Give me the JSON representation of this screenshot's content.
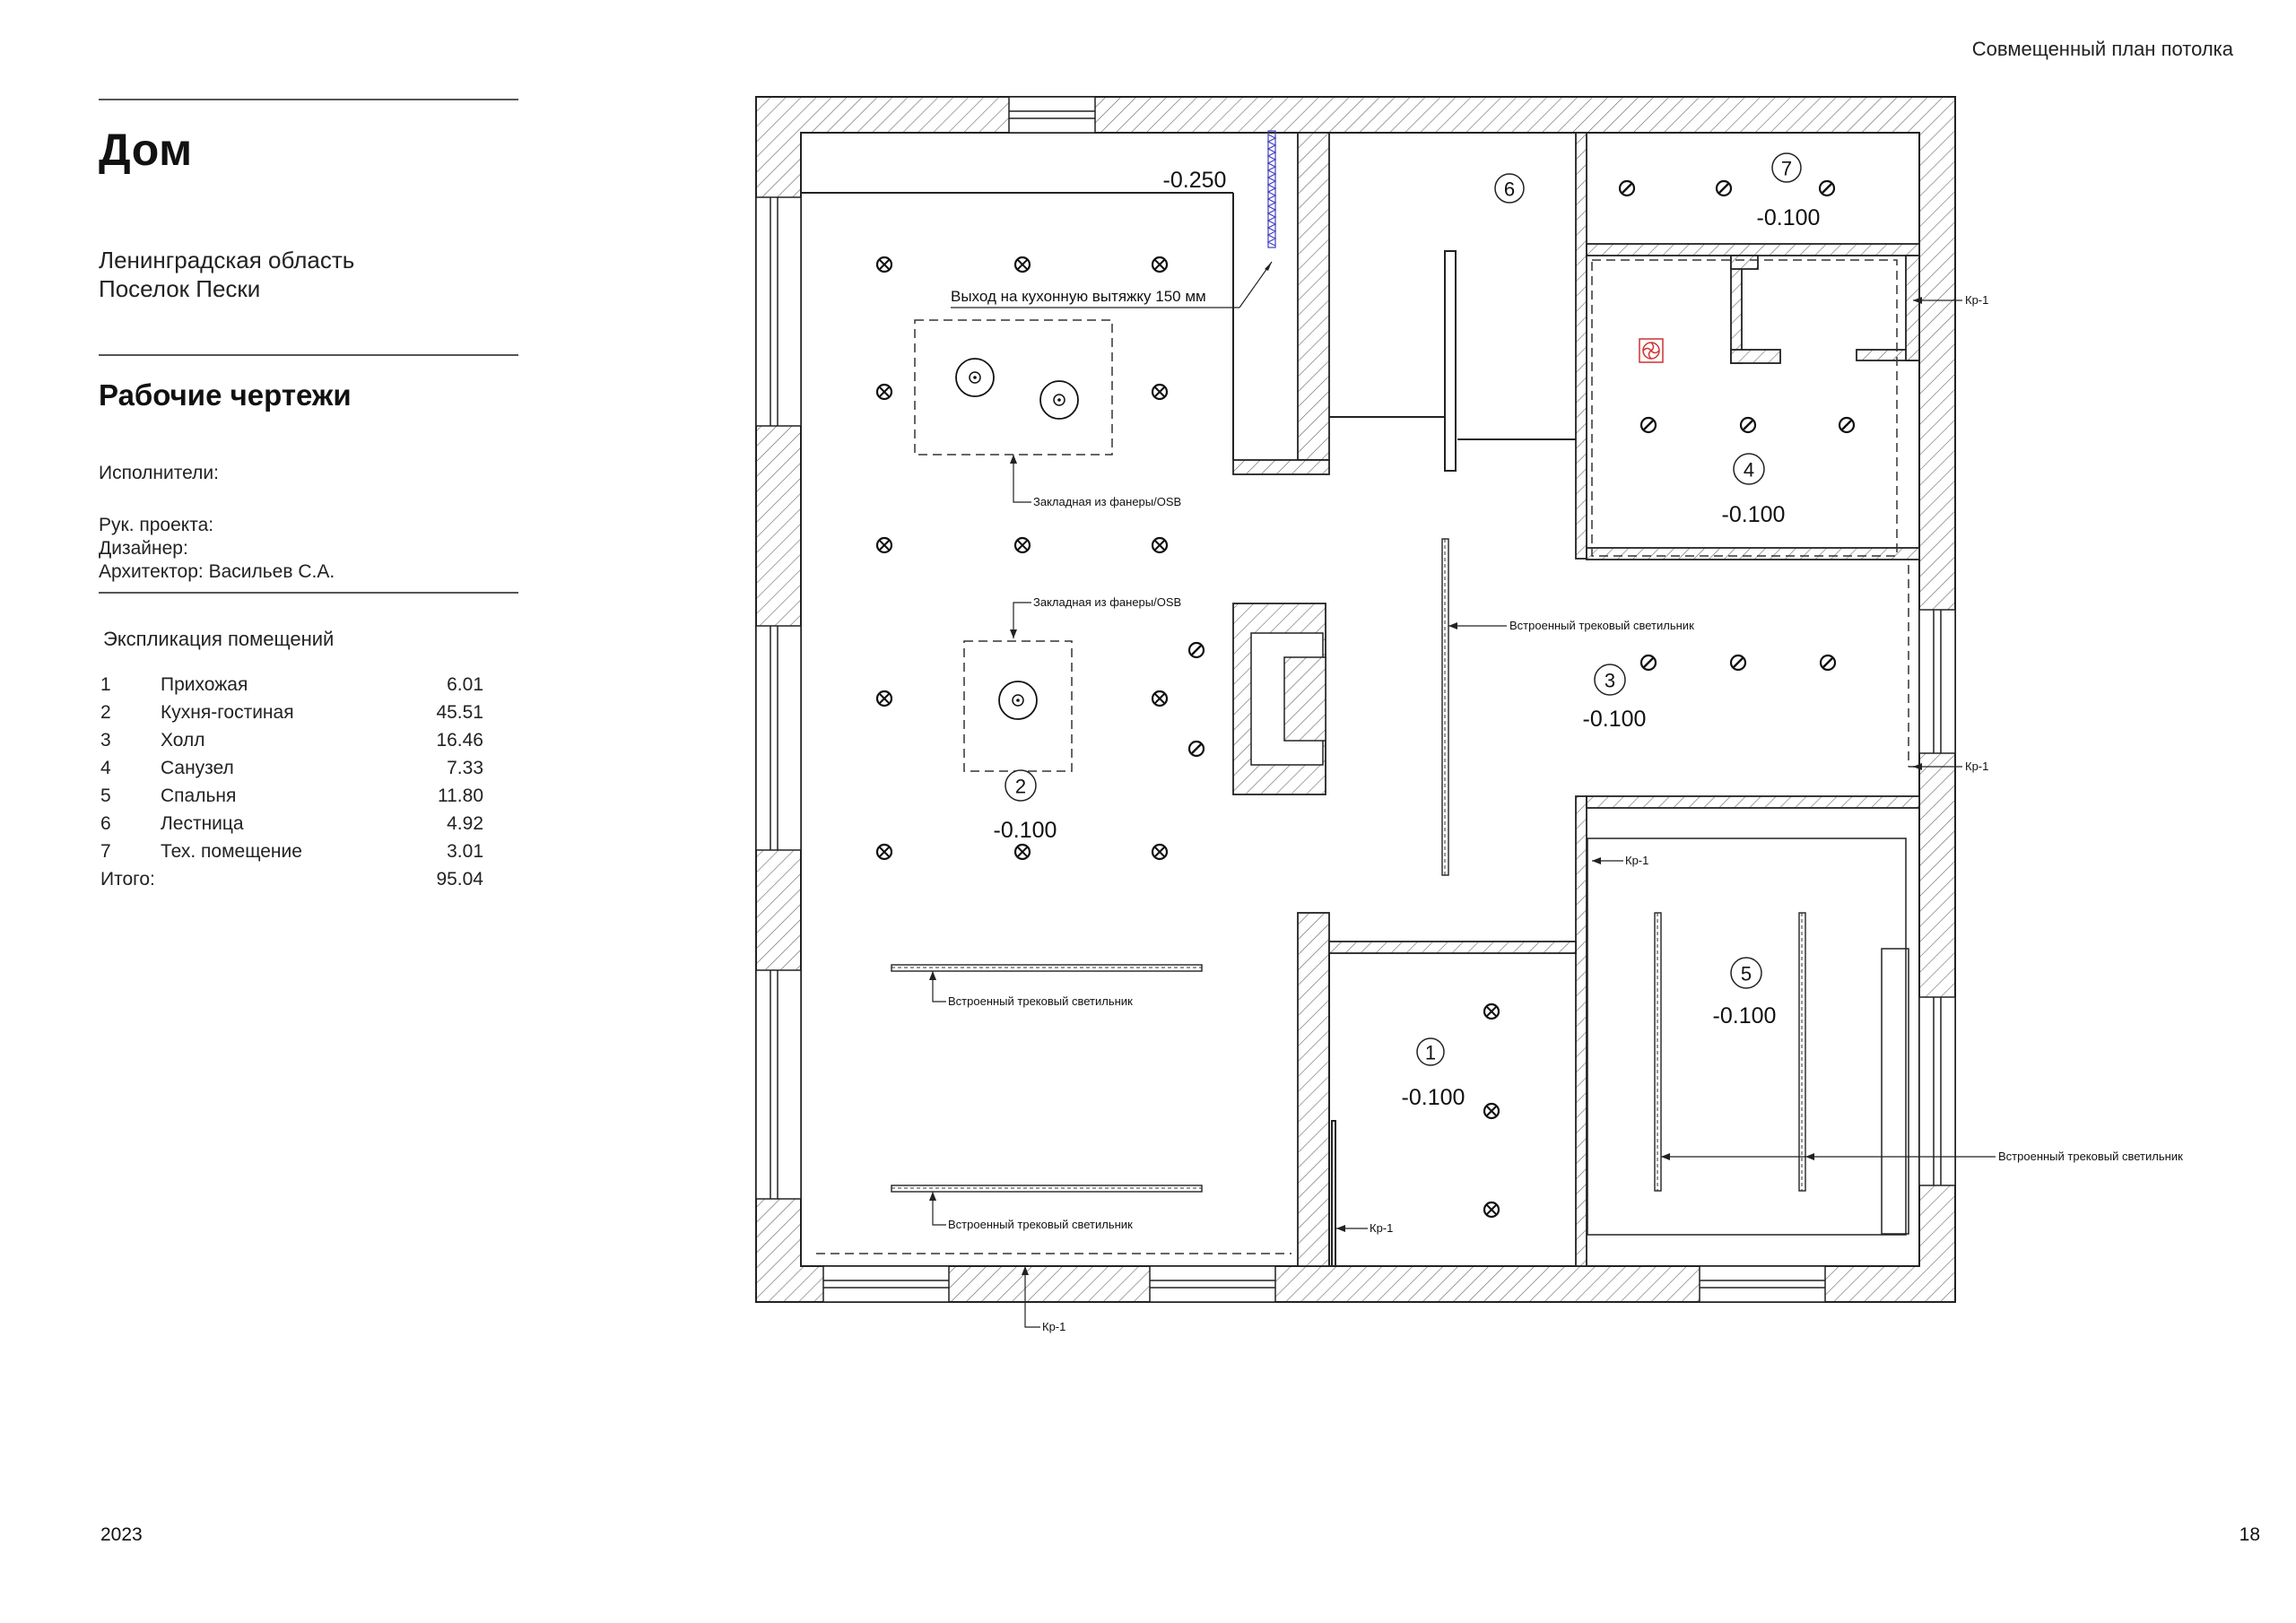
{
  "header": {
    "sheet_title": "Совмещенный план потолка"
  },
  "project": {
    "title": "Дом",
    "address_line1": "Ленинградская область",
    "address_line2": "Поселок Пески",
    "section": "Рабочие чертежи",
    "performers_label": "Исполнители:",
    "manager_label": "Рук. проекта:",
    "designer_label": "Дизайнер:",
    "architect_label": "Архитектор: Васильев С.А."
  },
  "explication": {
    "title": "Экспликация  помещений",
    "rooms": [
      {
        "num": "1",
        "name": "Прихожая",
        "area": "6.01"
      },
      {
        "num": "2",
        "name": "Кухня-гостиная",
        "area": "45.51"
      },
      {
        "num": "3",
        "name": "Холл",
        "area": "16.46"
      },
      {
        "num": "4",
        "name": "Санузел",
        "area": "7.33"
      },
      {
        "num": "5",
        "name": "Спальня",
        "area": "11.80"
      },
      {
        "num": "6",
        "name": "Лестница",
        "area": "4.92"
      },
      {
        "num": "7",
        "name": "Тех. помещение",
        "area": "3.01"
      }
    ],
    "total_label": "Итого:",
    "total_area": "95.04"
  },
  "plan": {
    "levels": {
      "kitchen_box": "-0.250",
      "room7": "-0.100",
      "room4": "-0.100",
      "room3": "-0.100",
      "room2": "-0.100",
      "room1": "-0.100",
      "room5": "-0.100"
    },
    "room_markers": [
      "1",
      "2",
      "3",
      "4",
      "5",
      "6",
      "7"
    ],
    "annotations": {
      "hood": "Выход на кухонную вытяжку 150 мм",
      "plywood_1": "Закладная из фанеры/OSB",
      "plywood_2": "Закладная из фанеры/OSB",
      "track_1": "Встроенный трековый светильник",
      "track_2": "Встроенный трековый светильник",
      "track_3": "Встроенный трековый светильник",
      "track_4": "Встроенный трековый светильник",
      "kr_1": "Кр-1",
      "kr_2": "Кр-1",
      "kr_3": "Кр-1",
      "kr_4": "Кр-1",
      "kr_5": "Кр-1"
    }
  },
  "footer": {
    "year": "2023",
    "page_number": "18"
  },
  "colors": {
    "line": "#222222",
    "hatch": "#555555",
    "vent_symbol": "#d03030",
    "hood_duct": "#4040c0"
  }
}
